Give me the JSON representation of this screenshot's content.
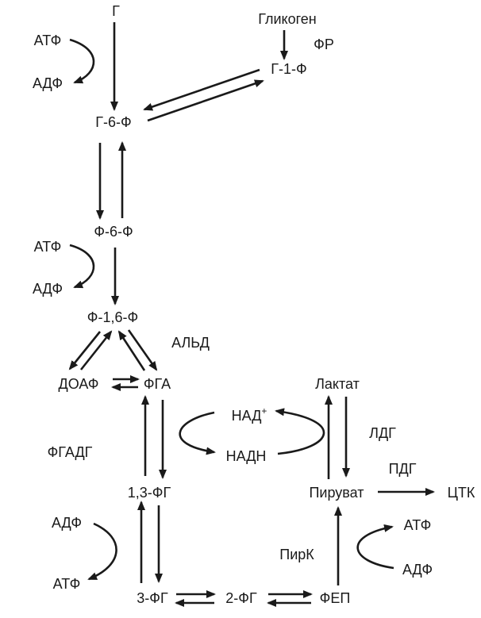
{
  "colors": {
    "ink": "#1a1a1a",
    "background": "#ffffff"
  },
  "metabolites": {
    "glucose": "Г",
    "glycogen": "Гликоген",
    "g1p": "Г-1-Ф",
    "g6p": "Г-6-Ф",
    "f6p": "Ф-6-Ф",
    "f16bp": "Ф-1,6-Ф",
    "dhap": "ДОАФ",
    "gap": "ФГА",
    "bpg13": "1,3-ФГ",
    "pg3": "3-ФГ",
    "pg2": "2-ФГ",
    "pep": "ФЕП",
    "pyruvate": "Пируват",
    "lactate": "Лактат",
    "tca": "ЦТК"
  },
  "cofactors": {
    "atp_hexokinase": "АТФ",
    "adp_hexokinase": "АДФ",
    "atp_pfk": "АТФ",
    "adp_pfk": "АДФ",
    "adp_pgk": "АДФ",
    "atp_pgk": "АТФ",
    "atp_pk": "АТФ",
    "adp_pk": "АДФ",
    "nad": "НАД",
    "nad_sup": "+",
    "nadh": "НАДН"
  },
  "enzymes": {
    "phosphorylase": "ФР",
    "aldolase": "АЛЬД",
    "gapdh": "ФГАДГ",
    "ldh": "ЛДГ",
    "pk": "ПирК",
    "pdh": "ПДГ"
  }
}
